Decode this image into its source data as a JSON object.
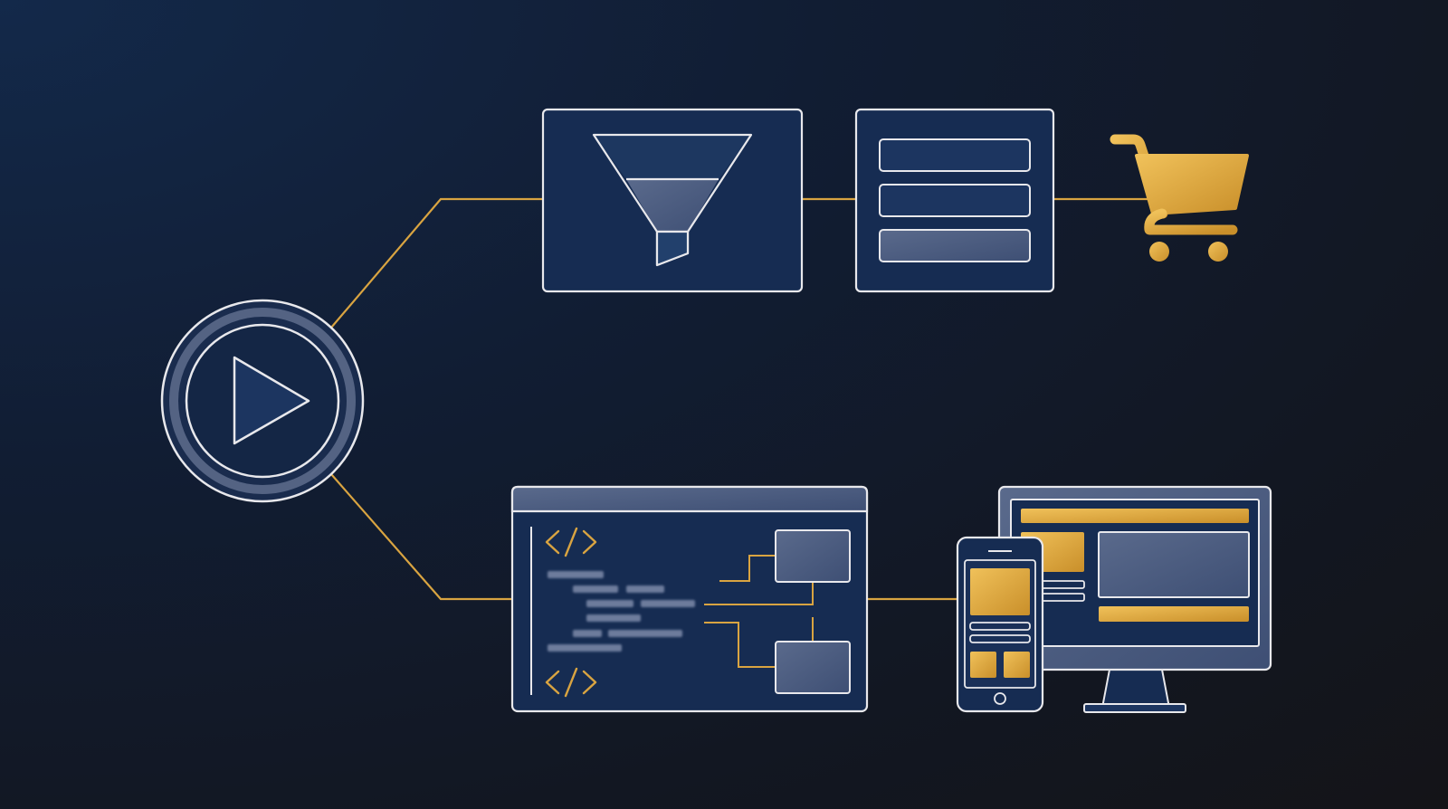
{
  "colors": {
    "background_dark": "#121722",
    "background_blue": "#13294a",
    "panel_fill": "#162c52",
    "panel_fill_light": "#4a5a7e",
    "stroke_light": "#e8e8ec",
    "connector_gold": "#d9a441",
    "accent_gold": "#e2ab3c"
  },
  "nodes": [
    {
      "id": "start",
      "icon": "play-button-icon"
    },
    {
      "id": "funnel",
      "icon": "funnel-icon"
    },
    {
      "id": "form",
      "icon": "form-fields-icon"
    },
    {
      "id": "cart",
      "icon": "shopping-cart-icon"
    },
    {
      "id": "code",
      "icon": "code-editor-icon"
    },
    {
      "id": "devices",
      "icon": "responsive-devices-icon"
    }
  ],
  "edges": [
    {
      "from": "start",
      "to": "funnel"
    },
    {
      "from": "funnel",
      "to": "form"
    },
    {
      "from": "form",
      "to": "cart"
    },
    {
      "from": "start",
      "to": "code"
    },
    {
      "from": "code",
      "to": "devices"
    }
  ]
}
